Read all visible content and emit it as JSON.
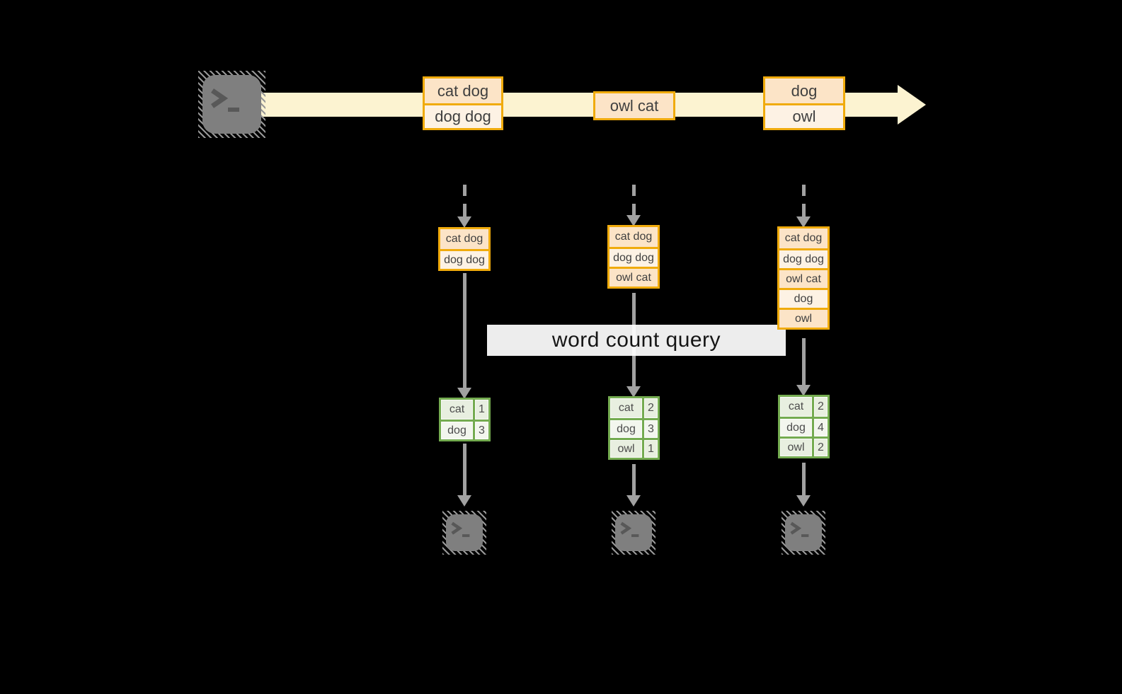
{
  "query": {
    "label": "word count query"
  },
  "icons": {
    "producer": "terminal-icon",
    "consumer": "terminal-icon",
    "stream": "arrow-right-icon",
    "trigger": "dashed-arrow-down-icon",
    "flow": "arrow-down-icon"
  },
  "colors": {
    "background": "#000000",
    "stream_band": "#fcf3d1",
    "box_border": "#f0ab0c",
    "box_fill_dark": "#fce4c7",
    "box_fill_light": "#fdf2e4",
    "table_border": "#74ab50",
    "table_fill_dark": "#e8efe0",
    "table_fill_light": "#f3f6ee",
    "connector": "#a1a1a1"
  },
  "stream": {
    "batches": [
      {
        "lines": [
          "cat dog",
          "dog dog"
        ]
      },
      {
        "lines": [
          "owl cat"
        ]
      },
      {
        "lines": [
          "dog",
          "owl"
        ]
      }
    ]
  },
  "columns": [
    {
      "state": [
        "cat dog",
        "dog dog"
      ],
      "result": [
        {
          "word": "cat",
          "count": "1"
        },
        {
          "word": "dog",
          "count": "3"
        }
      ]
    },
    {
      "state": [
        "cat dog",
        "dog dog",
        "owl cat"
      ],
      "result": [
        {
          "word": "cat",
          "count": "2"
        },
        {
          "word": "dog",
          "count": "3"
        },
        {
          "word": "owl",
          "count": "1"
        }
      ]
    },
    {
      "state": [
        "cat dog",
        "dog dog",
        "owl cat",
        "dog",
        "owl"
      ],
      "result": [
        {
          "word": "cat",
          "count": "2"
        },
        {
          "word": "dog",
          "count": "4"
        },
        {
          "word": "owl",
          "count": "2"
        }
      ]
    }
  ]
}
